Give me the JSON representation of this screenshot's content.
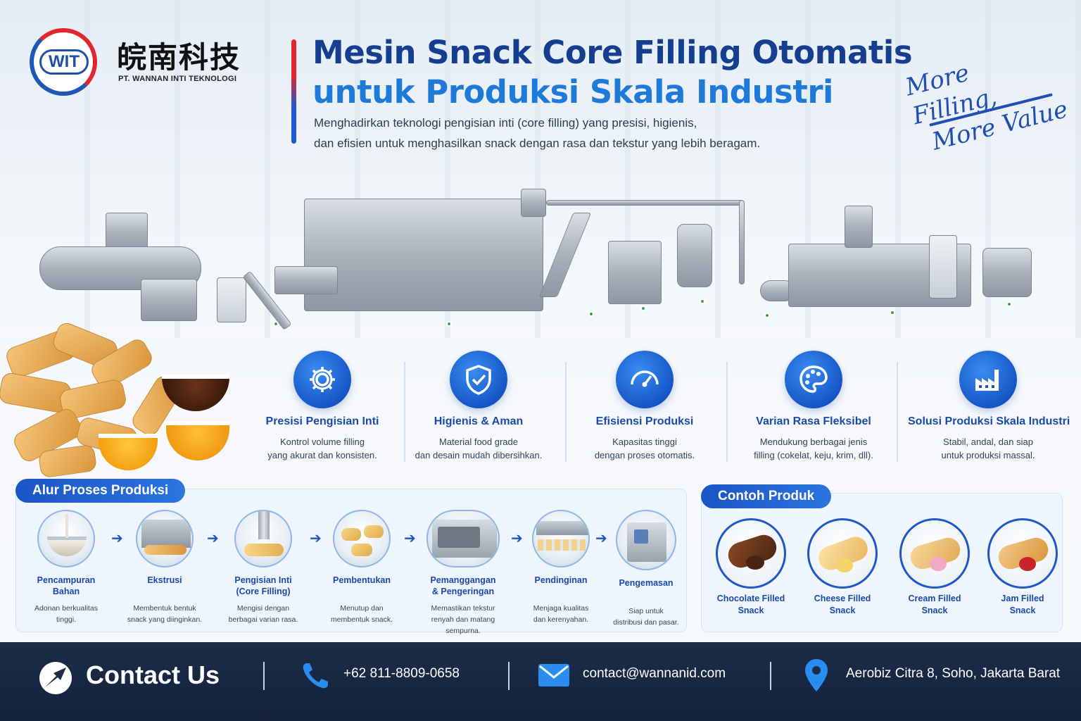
{
  "brand": {
    "logo_text": "WIT",
    "name_cn": "皖南科技",
    "name_pt": "PT. WANNAN INTI TEKNOLOGI"
  },
  "header": {
    "title_line1": "Mesin Snack Core Filling Otomatis",
    "title_line2": "untuk Produksi Skala Industri",
    "subtitle_line1": "Menghadirkan teknologi pengisian inti (core filling) yang presisi, higienis,",
    "subtitle_line2": "dan efisien untuk menghasilkan snack dengan rasa dan tekstur yang lebih beragam.",
    "slogan_line1": "More Filling,",
    "slogan_line2": "More Value"
  },
  "features": [
    {
      "icon": "gear-icon",
      "title": "Presisi Pengisian Inti",
      "desc1": "Kontrol volume filling",
      "desc2": "yang akurat dan konsisten."
    },
    {
      "icon": "shield-check-icon",
      "title": "Higienis & Aman",
      "desc1": "Material food grade",
      "desc2": "dan desain mudah dibersihkan."
    },
    {
      "icon": "speedometer-icon",
      "title": "Efisiensi Produksi",
      "desc1": "Kapasitas tinggi",
      "desc2": "dengan proses otomatis."
    },
    {
      "icon": "palette-icon",
      "title": "Varian Rasa Fleksibel",
      "desc1": "Mendukung berbagai jenis",
      "desc2": "filling (cokelat, keju, krim, dll)."
    },
    {
      "icon": "factory-icon",
      "title": "Solusi Produksi Skala Industri",
      "desc1": "Stabil, andal, dan siap",
      "desc2": "untuk produksi massal."
    }
  ],
  "process": {
    "title": "Alur Proses Produksi",
    "steps": [
      {
        "title1": "Pencampuran",
        "title2": "Bahan",
        "desc1": "Adonan berkualitas",
        "desc2": "tinggi."
      },
      {
        "title1": "Ekstrusi",
        "title2": "",
        "desc1": "Membentuk bentuk",
        "desc2": "snack yang diinginkan."
      },
      {
        "title1": "Pengisian Inti",
        "title2": "(Core Filling)",
        "desc1": "Mengisi dengan",
        "desc2": "berbagai varian rasa."
      },
      {
        "title1": "Pembentukan",
        "title2": "",
        "desc1": "Menutup dan",
        "desc2": "membentuk snack."
      },
      {
        "title1": "Pemanggangan",
        "title2": "& Pengeringan",
        "desc1": "Memastikan tekstur",
        "desc2": "renyah dan matang sempurna."
      },
      {
        "title1": "Pendinginan",
        "title2": "",
        "desc1": "Menjaga kualitas",
        "desc2": "dan kerenyahan."
      },
      {
        "title1": "Pengemasan",
        "title2": "",
        "desc1": "Siap untuk",
        "desc2": "distribusi dan pasar."
      }
    ]
  },
  "products": {
    "title": "Contoh Produk",
    "items": [
      {
        "line1": "Chocolate Filled",
        "line2": "Snack",
        "filling_color": "#4a2412"
      },
      {
        "line1": "Cheese Filled",
        "line2": "Snack",
        "filling_color": "#f3d36a"
      },
      {
        "line1": "Cream Filled",
        "line2": "Snack",
        "filling_color": "#f2a9c2"
      },
      {
        "line1": "Jam Filled",
        "line2": "Snack",
        "filling_color": "#c8252b"
      }
    ]
  },
  "contact": {
    "title": "Contact Us",
    "phone": "+62 811-8809-0658",
    "email": "contact@wannanid.com",
    "address": "Aerobiz Citra 8, Soho, Jakarta Barat"
  },
  "colors": {
    "brand_red": "#e1262d",
    "brand_blue": "#1f57c8",
    "footer_bg": "#1c2c48"
  }
}
